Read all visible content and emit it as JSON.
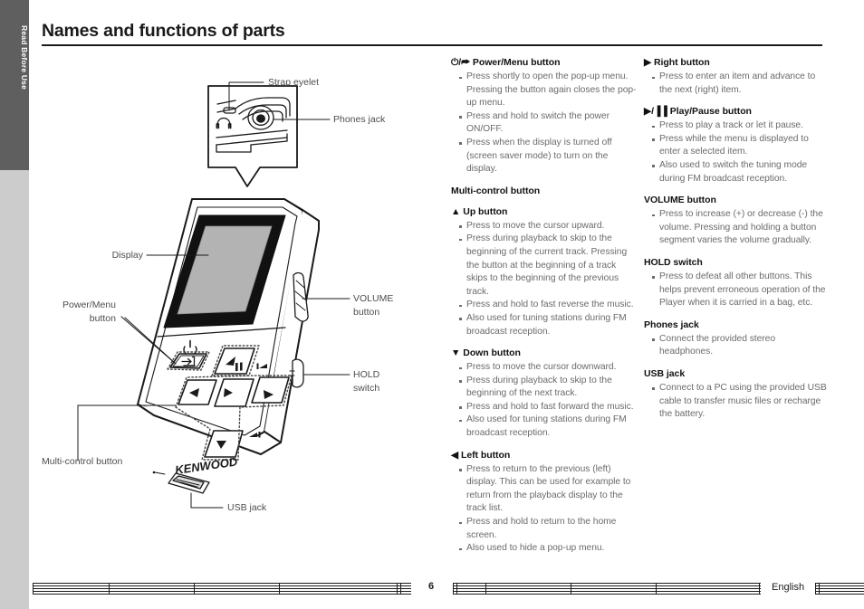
{
  "sidebar": {
    "tab_label": "Read Before Use"
  },
  "header": {
    "title": "Names and functions of parts"
  },
  "figure": {
    "brand": "KENWOOD",
    "labels": {
      "strap_eyelet": "Strap eyelet",
      "phones_jack": "Phones jack",
      "display": "Display",
      "power_menu_button_line1": "Power/Menu",
      "power_menu_button_line2": "button",
      "multi_control_button": "Multi-control button",
      "usb_jack": "USB jack",
      "volume_button_line1": "VOLUME",
      "volume_button_line2": "button",
      "hold_switch_line1": "HOLD",
      "hold_switch_line2": "switch"
    }
  },
  "columns": {
    "middle": [
      {
        "glyph": "⏻/➦",
        "heading": "Power/Menu button",
        "bullets": [
          "Press shortly to open the pop-up menu. Pressing the button again closes the pop-up menu.",
          "Press and hold to switch the power ON/OFF.",
          "Press when the display is turned off (screen saver mode) to turn on the display."
        ]
      },
      {
        "glyph": "",
        "heading": "Multi-control button",
        "bullets": []
      },
      {
        "glyph": "▲",
        "heading": "Up button",
        "bullets": [
          "Press to move the cursor upward.",
          "Press during playback to skip to the beginning of the current track. Pressing the button at the beginning of a track skips to the beginning of the previous track.",
          "Press and hold to fast reverse the music.",
          "Also used for tuning stations during FM broadcast reception."
        ]
      },
      {
        "glyph": "▼",
        "heading": "Down button",
        "bullets": [
          "Press to move the cursor downward.",
          "Press during playback to skip to the beginning of the next track.",
          "Press and hold to fast forward the music.",
          "Also used for tuning stations during FM broadcast reception."
        ]
      },
      {
        "glyph": "◀",
        "heading": "Left button",
        "bullets": [
          "Press to return to the previous (left) display. This can be used for example to return from the playback display to the track list.",
          "Press and hold to return to the home screen.",
          "Also used to hide a pop-up menu."
        ]
      }
    ],
    "right": [
      {
        "glyph": "▶",
        "heading": "Right button",
        "bullets": [
          "Press to enter an item and advance to the next (right) item."
        ]
      },
      {
        "glyph": "▶/▐▐",
        "heading": "Play/Pause button",
        "bullets": [
          "Press to play a track or let it pause.",
          "Press while the menu is displayed to enter a selected item.",
          "Also used to switch the tuning mode during FM broadcast reception."
        ]
      },
      {
        "glyph": "",
        "heading": "VOLUME button",
        "bullets": [
          "Press to increase (+) or decrease (-) the volume. Pressing and holding a button segment varies the volume gradually."
        ]
      },
      {
        "glyph": "",
        "heading": "HOLD switch",
        "bullets": [
          "Press to defeat all other buttons. This helps prevent erroneous operation of the Player when it is carried in a bag, etc."
        ]
      },
      {
        "glyph": "",
        "heading": "Phones jack",
        "bullets": [
          "Connect the provided stereo headphones."
        ]
      },
      {
        "glyph": "",
        "heading": "USB jack",
        "bullets": [
          "Connect to a PC using the provided USB cable to transfer music files or recharge the battery."
        ]
      }
    ]
  },
  "footer": {
    "page_number": "6",
    "language": "English"
  },
  "colors": {
    "tab_dark": "#5f5f5f",
    "tab_light": "#cccccc",
    "heading_text": "#111111",
    "body_text": "#6b6b6b",
    "label_text": "#4d4d4d"
  }
}
